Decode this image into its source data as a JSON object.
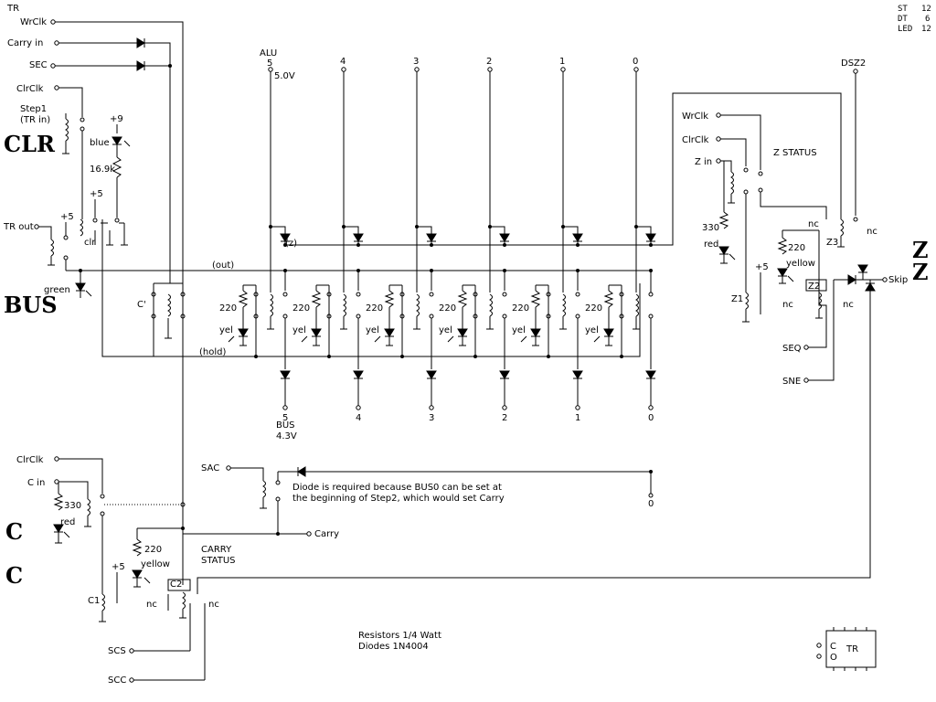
{
  "headers": {
    "clr": "CLR",
    "bus": "BUS",
    "c1": "C",
    "c2": "C",
    "z1": "Z",
    "z2": "Z"
  },
  "legend": {
    "st": "ST",
    "st_val": "12",
    "dt": "DT",
    "dt_val": "6",
    "led": "LED",
    "led_val": "12"
  },
  "left_terminals": {
    "tr": "TR",
    "wrclk": "WrClk",
    "carry_in": "Carry in",
    "sec": "SEC",
    "clrclk": "ClrClk",
    "step1": "Step1",
    "tr_in": "(TR in)",
    "tr_out": "TR out",
    "clrclk2": "ClrClk",
    "c_in": "C in",
    "scs": "SCS",
    "scc": "SCC",
    "sac": "SAC",
    "carry_out": "Carry"
  },
  "clr_section": {
    "plus9": "+9",
    "blue": "blue",
    "res": "16.9k",
    "plus5a": "+5",
    "plus5b": "+5",
    "clr": "clr",
    "green": "green",
    "c_relay": "C'"
  },
  "bus_section": {
    "alu": "ALU",
    "voltage_alu": "5.0V",
    "bits_top": [
      "5",
      "4",
      "3",
      "2",
      "1",
      "0"
    ],
    "bits_bottom": [
      "5",
      "4",
      "3",
      "2",
      "1",
      "0"
    ],
    "bus": "BUS",
    "voltage_bus": "4.3V",
    "z_label": "(z)",
    "out_label": "(out)",
    "hold_label": "(hold)",
    "res_220": "220",
    "led_yel": "yel"
  },
  "carry_section": {
    "res330": "330",
    "red": "red",
    "res220": "220",
    "yellow": "yellow",
    "plus5": "+5",
    "c1": "C1",
    "c2": "C2",
    "nc": "nc",
    "status1": "CARRY",
    "status2": "STATUS",
    "note1": "Diode is required because BUS0 can be set at",
    "note2": "the beginning of Step2, which would set Carry",
    "bit0": "0"
  },
  "z_section": {
    "dsz2": "DSZ2",
    "wrclk": "WrClk",
    "clrclk": "ClrClk",
    "z_in": "Z in",
    "status": "Z STATUS",
    "res330": "330",
    "red": "red",
    "res220": "220",
    "yellow": "yellow",
    "plus5": "+5",
    "z1": "Z1",
    "z2": "Z2",
    "z3": "Z3",
    "nc": "nc",
    "seq": "SEQ",
    "sne": "SNE",
    "skip": "Skip"
  },
  "notes": {
    "line1": "Resistors 1/4 Watt",
    "line2": "Diodes 1N4004"
  },
  "chip": {
    "c": "C",
    "o": "O",
    "tr": "TR"
  }
}
